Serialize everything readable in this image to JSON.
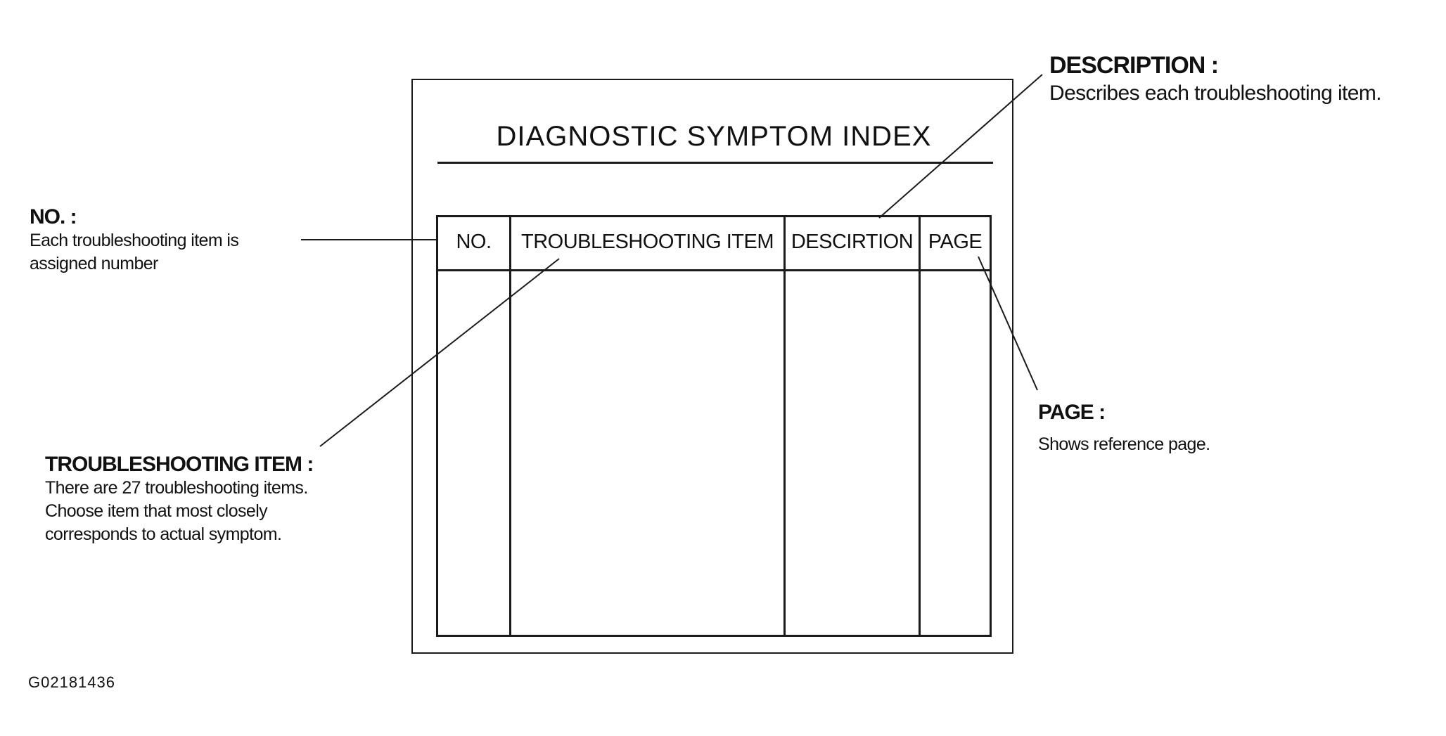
{
  "index_form": {
    "title": "DIAGNOSTIC SYMPTOM INDEX",
    "columns": [
      "NO.",
      "TROUBLESHOOTING ITEM",
      "DESCIRTION",
      "PAGE"
    ]
  },
  "callouts": {
    "no": {
      "heading": "NO. :",
      "lines": [
        "Each troubleshooting item is",
        "assigned number"
      ]
    },
    "troubleshooting_item": {
      "heading": "TROUBLESHOOTING ITEM :",
      "lines": [
        "There are 27 troubleshooting items.",
        "Choose item that most closely",
        "corresponds to actual symptom."
      ]
    },
    "description": {
      "heading": "DESCRIPTION :",
      "lines": [
        "Describes each troubleshooting item."
      ]
    },
    "page": {
      "heading": "PAGE :",
      "lines": [
        "Shows reference page."
      ]
    }
  },
  "figure_id": "G02181436"
}
